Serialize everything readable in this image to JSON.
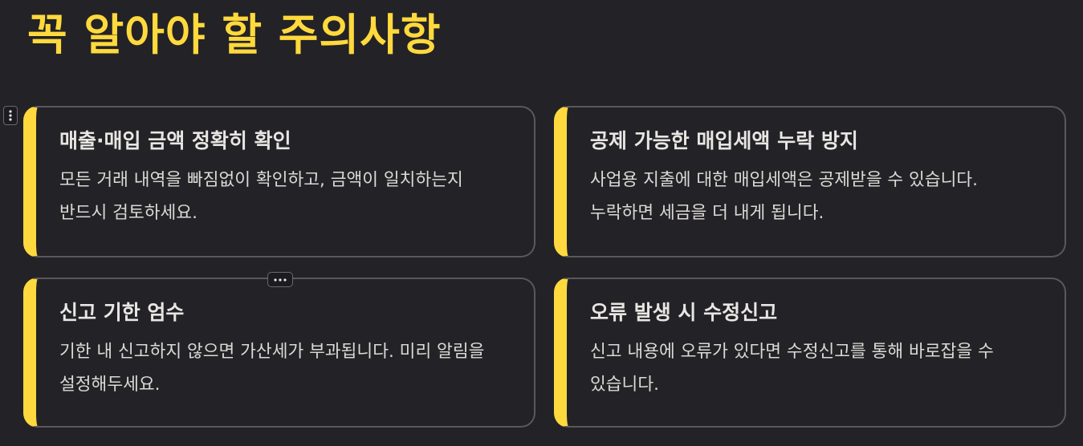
{
  "page": {
    "title": "꼭 알아야 할 주의사항"
  },
  "cards": [
    {
      "title": "매출·매입 금액 정확히 확인",
      "description": "모든 거래 내역을 빠짐없이 확인하고, 금액이 일치하는지 반드시 검토하세요."
    },
    {
      "title": "공제 가능한 매입세액 누락 방지",
      "description": "사업용 지출에 대한 매입세액은 공제받을 수 있습니다. 누락하면 세금을 더 내게 됩니다."
    },
    {
      "title": "신고 기한 엄수",
      "description": "기한 내 신고하지 않으면 가산세가 부과됩니다. 미리 알림을 설정해두세요."
    },
    {
      "title": "오류 발생 시 수정신고",
      "description": "신고 내용에 오류가 있다면 수정신고를 통해 바로잡을 수 있습니다."
    }
  ],
  "controls": {
    "drag_handle_icon": "vertical-ellipsis-icon",
    "more_options_icon": "horizontal-ellipsis-icon"
  },
  "colors": {
    "background": "#232226",
    "accent": "#ffd93d",
    "card_border": "#5a585e",
    "text": "#e8e6e3"
  }
}
